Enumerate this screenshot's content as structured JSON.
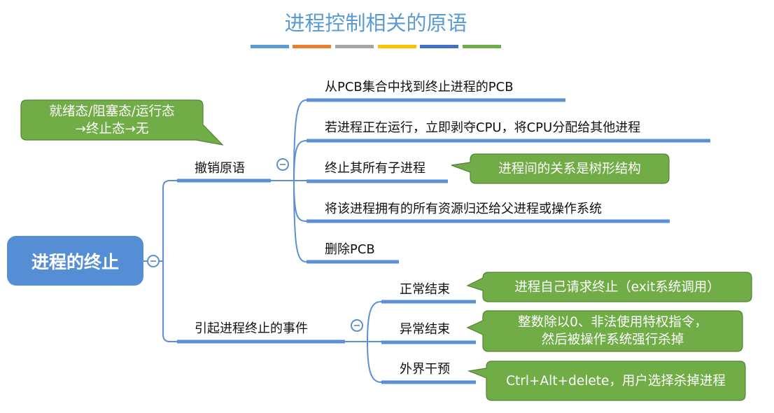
{
  "title": "进程控制相关的原语",
  "accent_bars": [
    "#5b9bd5",
    "#ed7d31",
    "#a5a5a5",
    "#ffc000",
    "#4472c4",
    "#70ad47"
  ],
  "root": {
    "label": "进程的终止"
  },
  "branches": [
    {
      "label": "撤销原语",
      "items": [
        {
          "label": "从PCB集合中找到终止进程的PCB"
        },
        {
          "label": "若进程正在运行，立即剥夺CPU，将CPU分配给其他进程"
        },
        {
          "label": "终止其所有子进程"
        },
        {
          "label": "将该进程拥有的所有资源归还给父进程或操作系统"
        },
        {
          "label": "删除PCB"
        }
      ]
    },
    {
      "label": "引起进程终止的事件",
      "items": [
        {
          "label": "正常结束"
        },
        {
          "label": "异常结束"
        },
        {
          "label": "外界干预"
        }
      ]
    }
  ],
  "callouts": {
    "states": [
      "就绪态/阻塞态/运行态",
      "→终止态→无"
    ],
    "child": "进程间的关系是树形结构",
    "normal": "进程自己请求终止（exit系统调用）",
    "abnormal": [
      "整数除以0、非法使用特权指令，",
      "然后被操作系统强行杀掉"
    ],
    "external": "Ctrl+Alt+delete，用户选择杀掉进程"
  },
  "colors": {
    "line": "#5b8fd6",
    "callout": "#70ad47",
    "callout_border": "#548235"
  }
}
